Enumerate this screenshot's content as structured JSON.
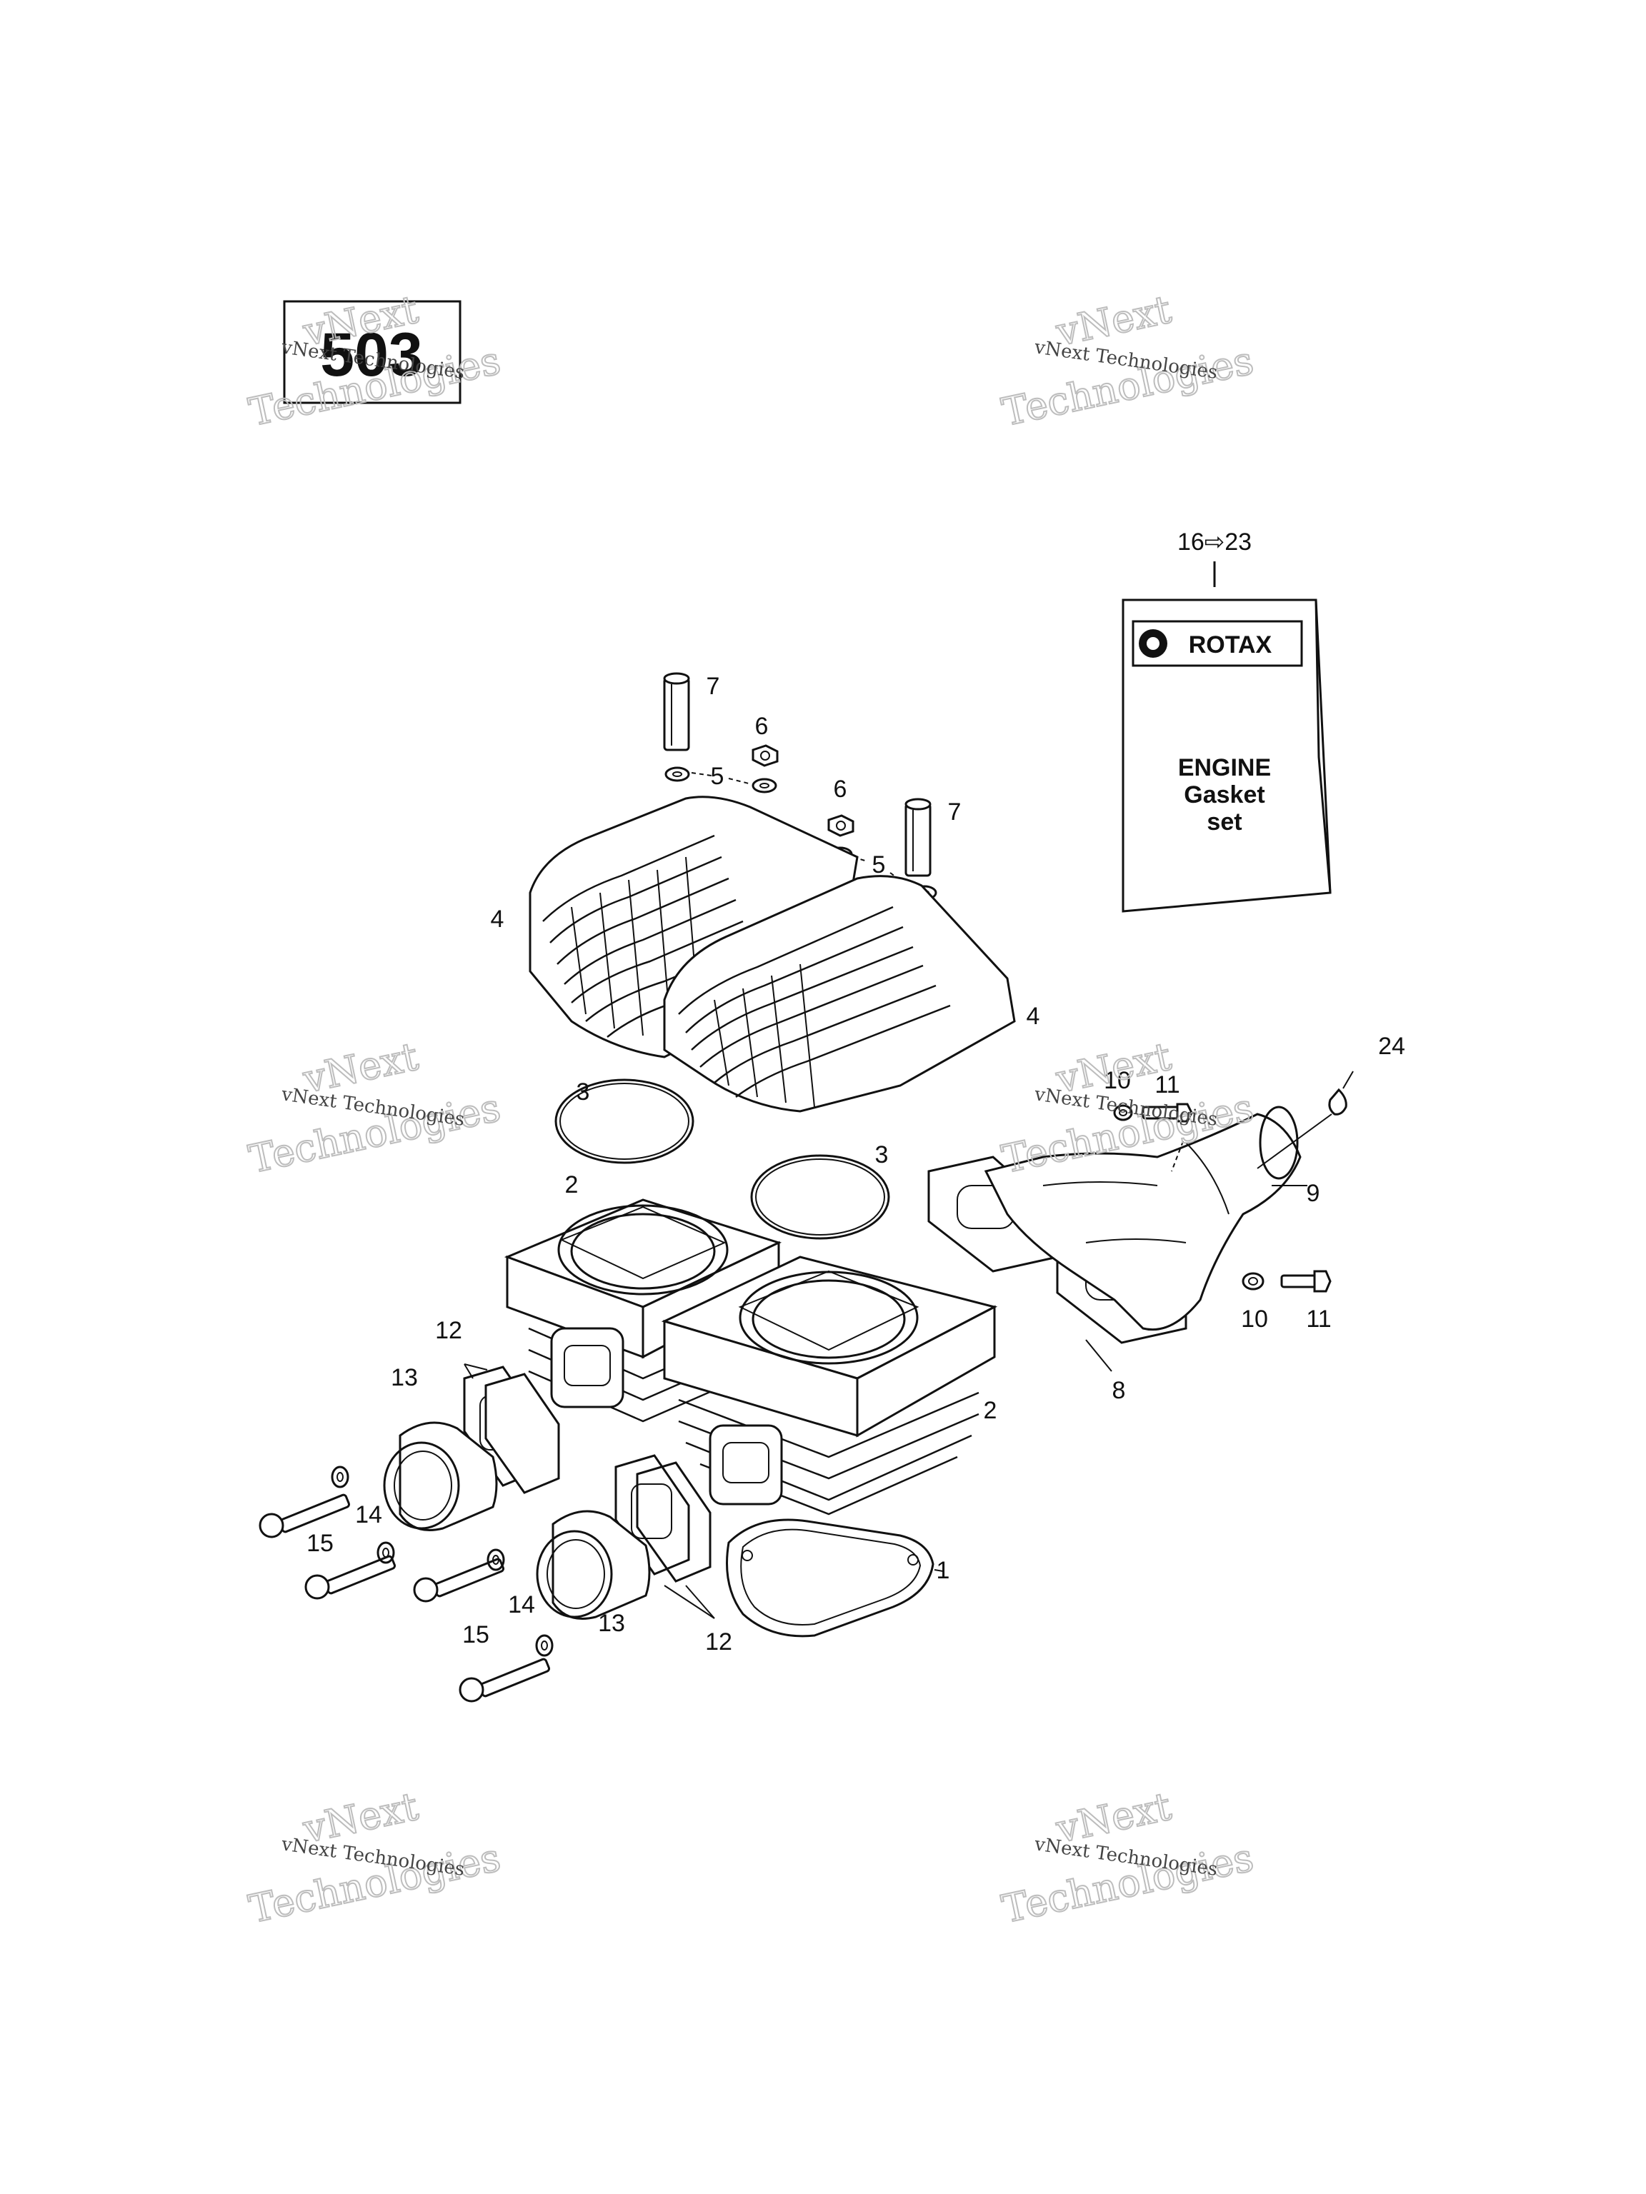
{
  "model_badge": "503",
  "gasket_card": {
    "ref_range": "16⇨23",
    "brand": "ROTAX",
    "line1": "ENGINE",
    "line2": "Gasket",
    "line3": "set"
  },
  "watermark": {
    "small": "vNext Technologies",
    "big_top": "vNext",
    "big_bottom": "Technologies"
  },
  "callouts": {
    "c1": "1",
    "c2a": "2",
    "c2b": "2",
    "c3a": "3",
    "c3b": "3",
    "c4a": "4",
    "c4b": "4",
    "c5a": "5",
    "c5b": "5",
    "c6a": "6",
    "c6b": "6",
    "c7a": "7",
    "c7b": "7",
    "c8": "8",
    "c9": "9",
    "c10a": "10",
    "c10b": "10",
    "c11a": "11",
    "c11b": "11",
    "c12a": "12",
    "c12b": "12",
    "c13a": "13",
    "c13b": "13",
    "c14a": "14",
    "c14b": "14",
    "c15a": "15",
    "c15b": "15",
    "c24": "24"
  }
}
